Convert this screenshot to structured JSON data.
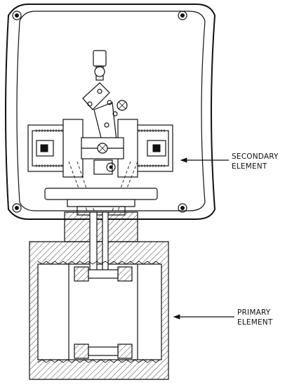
{
  "labels": {
    "secondary_line1": "SECONDARY",
    "secondary_line2": "ELEMENT",
    "primary_line1": "PRIMARY",
    "primary_line2": "ELEMENT"
  },
  "colors": {
    "line": "#111111",
    "background": "#ffffff"
  }
}
